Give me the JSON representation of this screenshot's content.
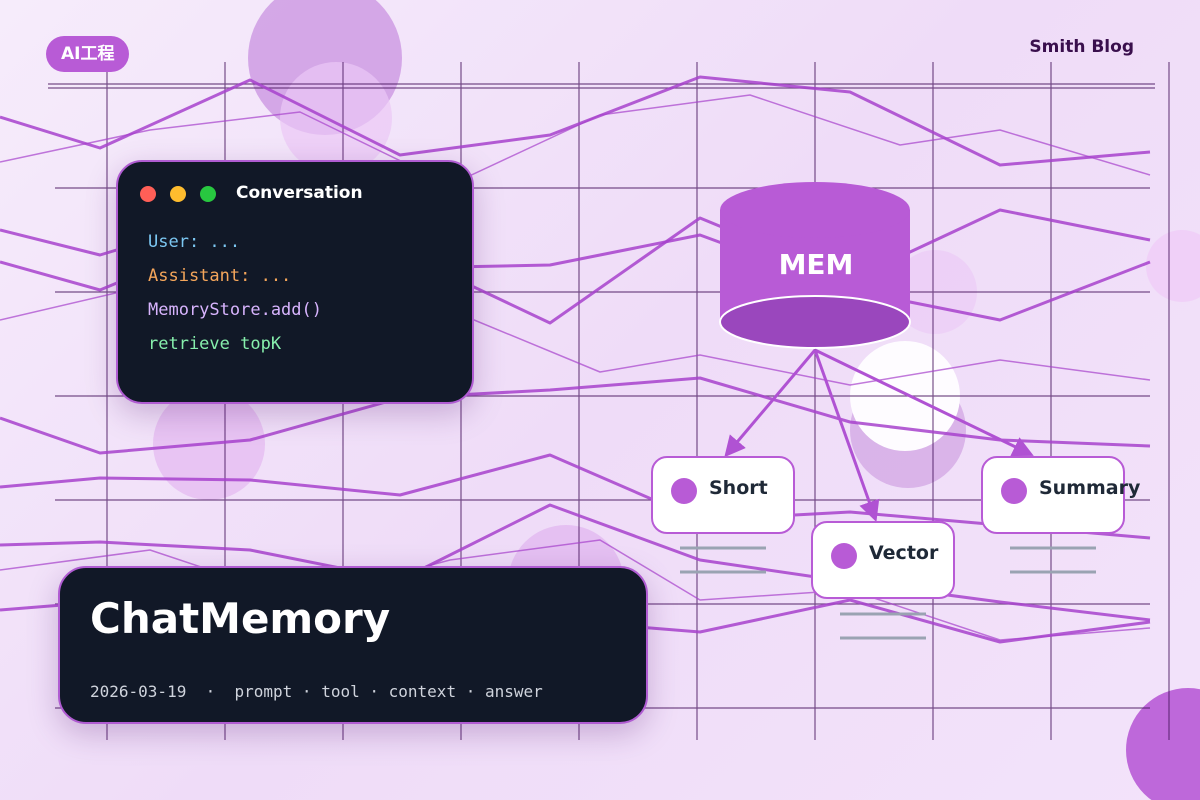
{
  "header": {
    "tag": "AI工程",
    "brand": "Smith Blog"
  },
  "code_window": {
    "title": "Conversation",
    "lines": [
      {
        "text": "User: ...",
        "color": "#7cc7f2"
      },
      {
        "text": "Assistant: ...",
        "color": "#f5a65b"
      },
      {
        "text": "MemoryStore.add()",
        "color": "#d8b4fe"
      },
      {
        "text": "retrieve topK",
        "color": "#86efac"
      }
    ]
  },
  "diagram": {
    "store_label": "MEM",
    "nodes": [
      {
        "label": "Short"
      },
      {
        "label": "Vector"
      },
      {
        "label": "Summary"
      }
    ]
  },
  "title_card": {
    "title": "ChatMemory",
    "date": "2026-03-19",
    "tags": [
      "prompt",
      "tool",
      "context",
      "answer"
    ]
  },
  "colors": {
    "accent": "#b85bd6",
    "dark": "#111827",
    "brand": "#3a0f4d"
  }
}
